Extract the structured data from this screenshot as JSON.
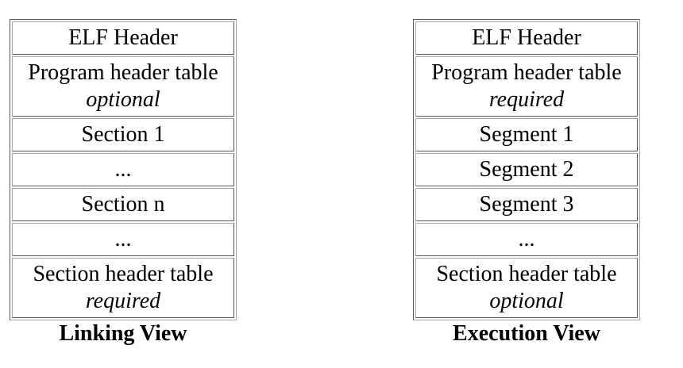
{
  "linking_view": {
    "caption": "Linking View",
    "rows": [
      {
        "label": "ELF Header",
        "note": ""
      },
      {
        "label": "Program header table",
        "note": "optional"
      },
      {
        "label": "Section 1",
        "note": ""
      },
      {
        "label": "...",
        "note": ""
      },
      {
        "label": "Section n",
        "note": ""
      },
      {
        "label": "...",
        "note": ""
      },
      {
        "label": "Section header table",
        "note": "required"
      }
    ]
  },
  "execution_view": {
    "caption": "Execution View",
    "rows": [
      {
        "label": "ELF Header",
        "note": ""
      },
      {
        "label": "Program header table",
        "note": "required"
      },
      {
        "label": "Segment 1",
        "note": ""
      },
      {
        "label": "Segment 2",
        "note": ""
      },
      {
        "label": "Segment 3",
        "note": ""
      },
      {
        "label": "...",
        "note": ""
      },
      {
        "label": "Section header table",
        "note": "optional"
      }
    ]
  }
}
